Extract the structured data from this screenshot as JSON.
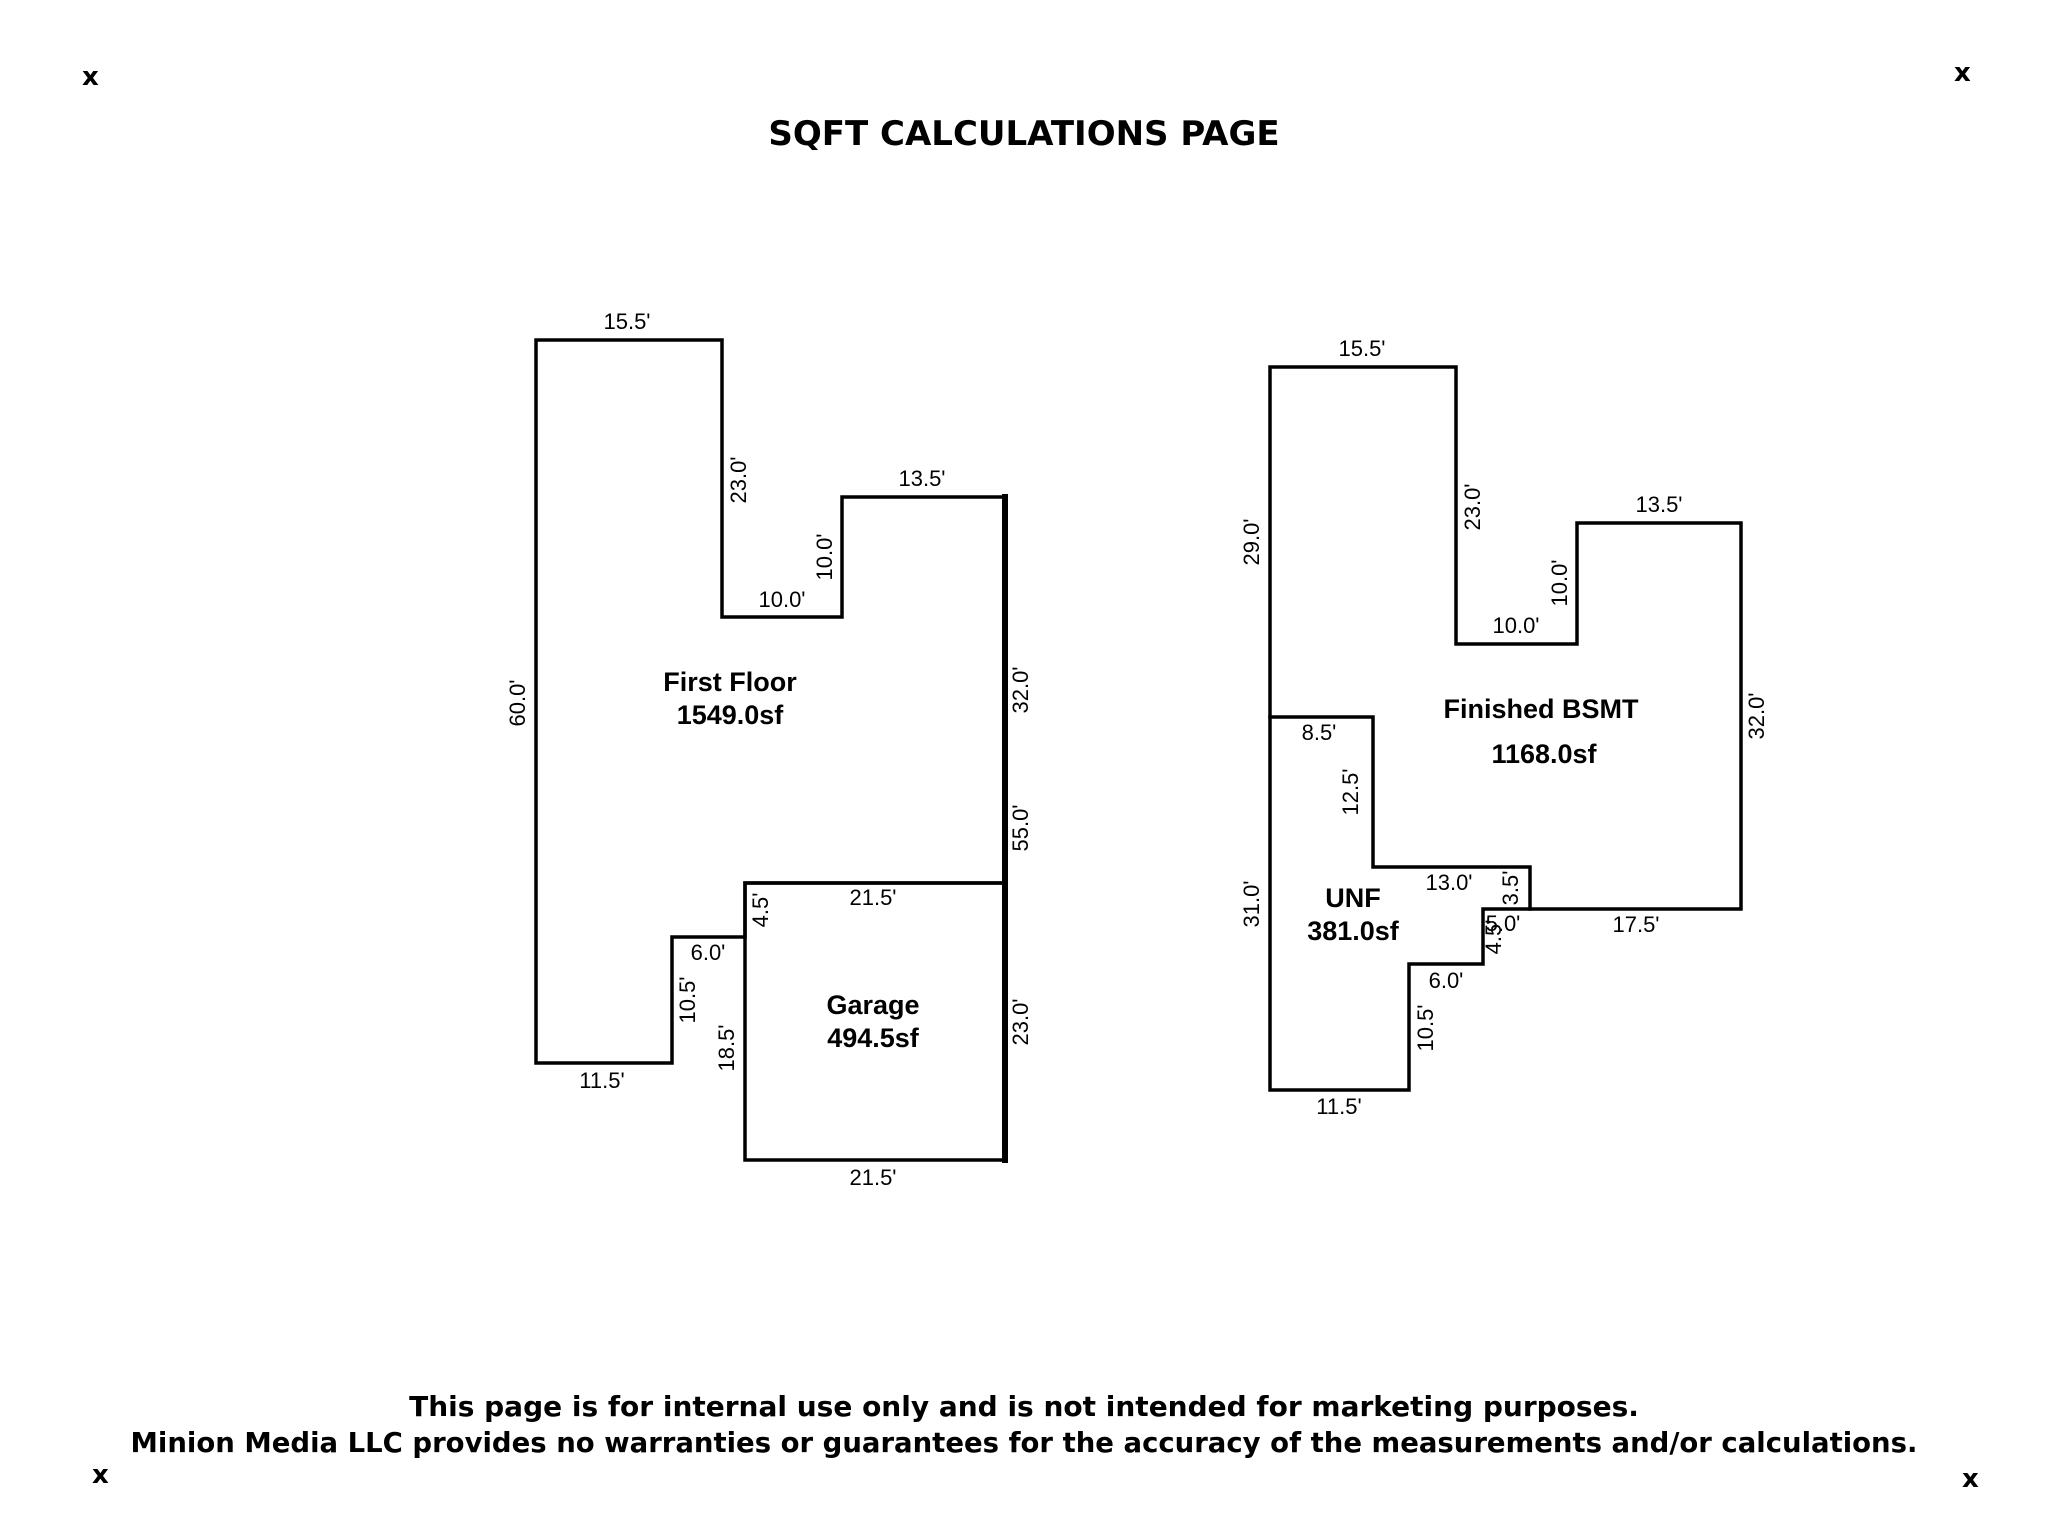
{
  "page": {
    "title": "SQFT CALCULATIONS PAGE",
    "corner_mark": "x",
    "disclaimer_line1": "This page is for internal use only and is not intended for marketing purposes.",
    "disclaimer_line2": "Minion Media LLC provides no warranties or guarantees for the accuracy of the measurements and/or calculations."
  },
  "first_floor_plan": {
    "areas": {
      "first_floor": {
        "name": "First Floor",
        "value": "1549.0sf"
      },
      "garage": {
        "name": "Garage",
        "value": "494.5sf"
      }
    },
    "dimensions": {
      "top": "15.5'",
      "left": "60.0'",
      "inner_step_down": "23.0'",
      "inner_step_across": "10.0'",
      "inner_step_up": "10.0'",
      "upper_right_top": "13.5'",
      "right_upper": "32.0'",
      "right_total": "55.0'",
      "bottom_left": "11.5'",
      "notch_vertical": "10.5'",
      "notch_horizontal": "6.0'",
      "garage_offset": "4.5'",
      "garage_top": "21.5'",
      "garage_left": "18.5'",
      "garage_right": "23.0'",
      "garage_bottom": "21.5'"
    }
  },
  "basement_plan": {
    "areas": {
      "finished_bsmt": {
        "name": "Finished BSMT",
        "value": "1168.0sf"
      },
      "unf": {
        "name": "UNF",
        "value": "381.0sf"
      }
    },
    "dimensions": {
      "top": "15.5'",
      "left_upper": "29.0'",
      "inner_step_down": "23.0'",
      "inner_step_across": "10.0'",
      "inner_step_up": "10.0'",
      "upper_right_top": "13.5'",
      "right": "32.0'",
      "unf_top": "8.5'",
      "unf_vertical": "12.5'",
      "unf_horizontal": "13.0'",
      "small_step_up": "3.5'",
      "small_step_across": "5.0'",
      "small_step_down": "4.5'",
      "bottom_right": "17.5'",
      "notch_horizontal": "6.0'",
      "notch_vertical": "10.5'",
      "left_lower": "31.0'",
      "bottom_left": "11.5'"
    }
  }
}
